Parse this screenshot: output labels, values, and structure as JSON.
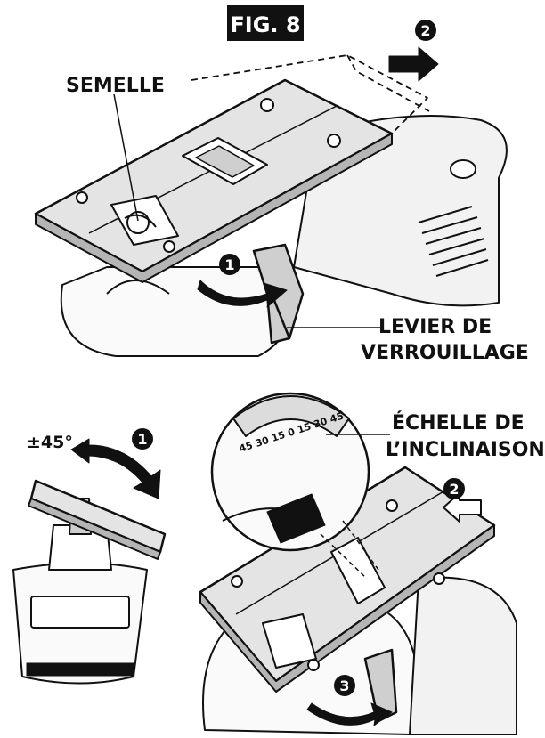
{
  "figure": {
    "title": "FIG. 8"
  },
  "labels": {
    "sole_plate": "SEMELLE",
    "lock_lever_line1": "LEVIER DE",
    "lock_lever_line2": "VERROUILLAGE",
    "bevel_scale_line1": "ÉCHELLE DE",
    "bevel_scale_line2": "L’INCLINAISON",
    "bevel_angle": "±45°"
  },
  "bevel_scale_marks": "45 30 15 0 15 30 45",
  "steps": {
    "top_step_1": "1",
    "top_step_2": "2",
    "bottom_left_step_1": "1",
    "bottom_right_step_2": "2",
    "bottom_right_step_3": "3"
  },
  "colors": {
    "ink": "#111111",
    "plate_fill": "#e4e4e4",
    "shadow_fill": "#b5b5b5",
    "badge_fill": "#111111",
    "badge_text": "#ffffff"
  }
}
